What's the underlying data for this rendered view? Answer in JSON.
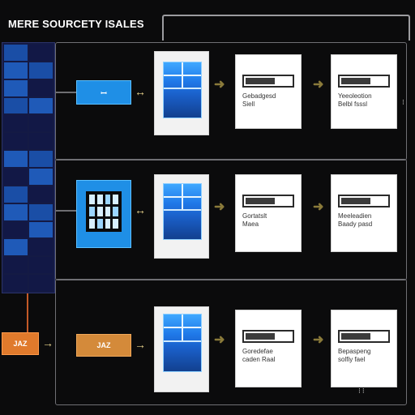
{
  "title": "MERE SOURCETY ISALES",
  "rows": [
    {
      "source_label": "ꟷ",
      "card_a_caption": "Gebadgesd\nSiell",
      "card_b_caption": "Yeeoleotion\nBelbl fsssl"
    },
    {
      "source_label": "",
      "card_a_caption": "Gortatslt\nMaea",
      "card_b_caption": "Meeleadien\nBaady pasd"
    },
    {
      "source_label": "JAZ",
      "card_a_caption": "Goredefae\ncaden Raal",
      "card_b_caption": "Bepaspeng\nsolfiy fael"
    }
  ],
  "colors": {
    "accent_blue": "#1f8fe6",
    "accent_orange": "#e07a2c",
    "accent_amber": "#d48a3a",
    "gold": "#e5d08a"
  }
}
